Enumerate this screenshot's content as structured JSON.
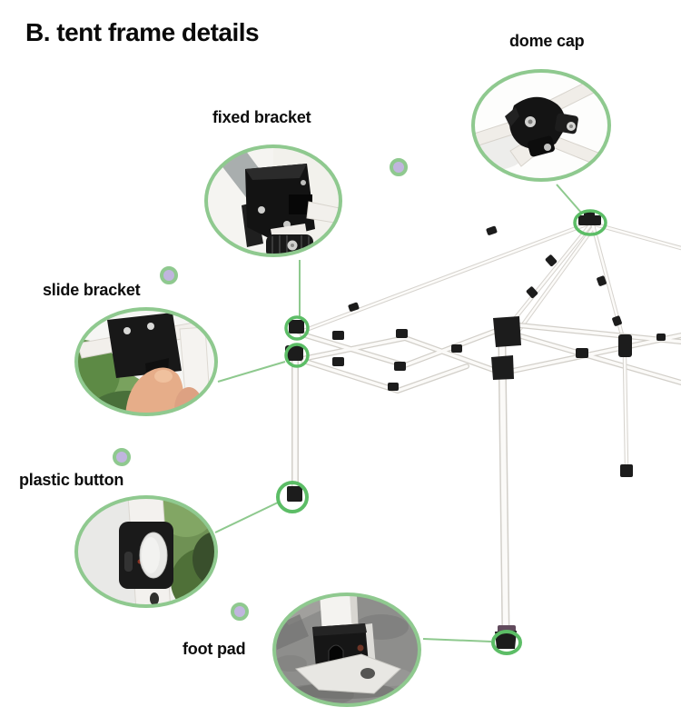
{
  "title": "B. tent frame details",
  "callouts": [
    {
      "id": "fixed-bracket",
      "label": "fixed bracket"
    },
    {
      "id": "dome-cap",
      "label": "dome cap"
    },
    {
      "id": "slide-bracket",
      "label": "slide bracket"
    },
    {
      "id": "plastic-button",
      "label": "plastic button"
    },
    {
      "id": "foot-pad",
      "label": "foot pad"
    }
  ],
  "colors": {
    "callout_ring_green": "#8fc98f",
    "target_circle_green": "#5cbd66",
    "connector_line_green": "#8ec98e",
    "marker_dot_lavender": "#c0b5de",
    "frame_pole_white": "#fbfaf8",
    "frame_pole_edge": "#d2cfc9",
    "connector_black": "#1c1c1c",
    "label_text": "#0d0d0d",
    "background": "#ffffff"
  }
}
